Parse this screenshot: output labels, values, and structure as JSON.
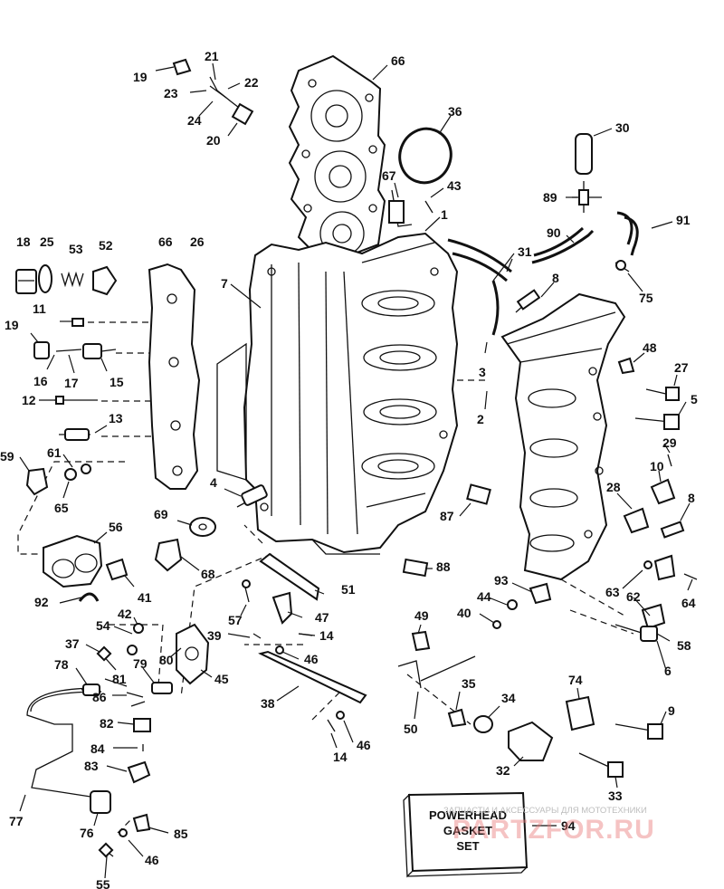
{
  "diagram": {
    "labels": [
      {
        "id": "l19a",
        "text": "19"
      },
      {
        "id": "l21",
        "text": "21"
      },
      {
        "id": "l22",
        "text": "22"
      },
      {
        "id": "l23",
        "text": "23"
      },
      {
        "id": "l24",
        "text": "24"
      },
      {
        "id": "l20",
        "text": "20"
      },
      {
        "id": "l66a",
        "text": "66"
      },
      {
        "id": "l36",
        "text": "36"
      },
      {
        "id": "l30",
        "text": "30"
      },
      {
        "id": "l67",
        "text": "67"
      },
      {
        "id": "l43",
        "text": "43"
      },
      {
        "id": "l89",
        "text": "89"
      },
      {
        "id": "l1",
        "text": "1"
      },
      {
        "id": "l90",
        "text": "90"
      },
      {
        "id": "l91",
        "text": "91"
      },
      {
        "id": "l31",
        "text": "31"
      },
      {
        "id": "l18",
        "text": "18"
      },
      {
        "id": "l25",
        "text": "25"
      },
      {
        "id": "l53",
        "text": "53"
      },
      {
        "id": "l52",
        "text": "52"
      },
      {
        "id": "l66b",
        "text": "66"
      },
      {
        "id": "l26",
        "text": "26"
      },
      {
        "id": "l7",
        "text": "7"
      },
      {
        "id": "l8a",
        "text": "8"
      },
      {
        "id": "l75",
        "text": "75"
      },
      {
        "id": "l11",
        "text": "11"
      },
      {
        "id": "l19b",
        "text": "19"
      },
      {
        "id": "l16",
        "text": "16"
      },
      {
        "id": "l17",
        "text": "17"
      },
      {
        "id": "l15",
        "text": "15"
      },
      {
        "id": "l3",
        "text": "3"
      },
      {
        "id": "l48",
        "text": "48"
      },
      {
        "id": "l27",
        "text": "27"
      },
      {
        "id": "l12",
        "text": "12"
      },
      {
        "id": "l2",
        "text": "2"
      },
      {
        "id": "l5",
        "text": "5"
      },
      {
        "id": "l13",
        "text": "13"
      },
      {
        "id": "l29",
        "text": "29"
      },
      {
        "id": "l59",
        "text": "59"
      },
      {
        "id": "l61",
        "text": "61"
      },
      {
        "id": "l65",
        "text": "65"
      },
      {
        "id": "l10",
        "text": "10"
      },
      {
        "id": "l4",
        "text": "4"
      },
      {
        "id": "l28",
        "text": "28"
      },
      {
        "id": "l8b",
        "text": "8"
      },
      {
        "id": "l69",
        "text": "69"
      },
      {
        "id": "l87",
        "text": "87"
      },
      {
        "id": "l56",
        "text": "56"
      },
      {
        "id": "l68",
        "text": "68"
      },
      {
        "id": "l88",
        "text": "88"
      },
      {
        "id": "l93",
        "text": "93"
      },
      {
        "id": "l63",
        "text": "63"
      },
      {
        "id": "l41",
        "text": "41"
      },
      {
        "id": "l51",
        "text": "51"
      },
      {
        "id": "l44",
        "text": "44"
      },
      {
        "id": "l62",
        "text": "62"
      },
      {
        "id": "l64",
        "text": "64"
      },
      {
        "id": "l92",
        "text": "92"
      },
      {
        "id": "l42",
        "text": "42"
      },
      {
        "id": "l57",
        "text": "57"
      },
      {
        "id": "l47",
        "text": "47"
      },
      {
        "id": "l49",
        "text": "49"
      },
      {
        "id": "l40",
        "text": "40"
      },
      {
        "id": "l54",
        "text": "54"
      },
      {
        "id": "l39",
        "text": "39"
      },
      {
        "id": "l14a",
        "text": "14"
      },
      {
        "id": "l58",
        "text": "58"
      },
      {
        "id": "l37",
        "text": "37"
      },
      {
        "id": "l80",
        "text": "80"
      },
      {
        "id": "l46a",
        "text": "46"
      },
      {
        "id": "l6",
        "text": "6"
      },
      {
        "id": "l78",
        "text": "78"
      },
      {
        "id": "l79",
        "text": "79"
      },
      {
        "id": "l45",
        "text": "45"
      },
      {
        "id": "l74",
        "text": "74"
      },
      {
        "id": "l81",
        "text": "81"
      },
      {
        "id": "l86",
        "text": "86"
      },
      {
        "id": "l35",
        "text": "35"
      },
      {
        "id": "l38",
        "text": "38"
      },
      {
        "id": "l34",
        "text": "34"
      },
      {
        "id": "l9",
        "text": "9"
      },
      {
        "id": "l50",
        "text": "50"
      },
      {
        "id": "l82",
        "text": "82"
      },
      {
        "id": "l46b",
        "text": "46"
      },
      {
        "id": "l14b",
        "text": "14"
      },
      {
        "id": "l84",
        "text": "84"
      },
      {
        "id": "l32",
        "text": "32"
      },
      {
        "id": "l83",
        "text": "83"
      },
      {
        "id": "l33",
        "text": "33"
      },
      {
        "id": "l77",
        "text": "77"
      },
      {
        "id": "l76",
        "text": "76"
      },
      {
        "id": "l85",
        "text": "85"
      },
      {
        "id": "l94",
        "text": "94"
      },
      {
        "id": "l46c",
        "text": "46"
      },
      {
        "id": "l55",
        "text": "55"
      }
    ]
  },
  "gasket_kit": {
    "line1": "POWERHEAD",
    "line2": "GASKET",
    "line3": "SET"
  },
  "watermark": {
    "top_text": "ЗАПЧАСТИ И АКСЕССУАРЫ ДЛЯ МОТОТЕХНИКИ",
    "logo_text": "PARTZFOR.RU"
  },
  "colors": {
    "ink": "#111111",
    "background": "#ffffff",
    "watermark_red": "#e87b7b",
    "watermark_gray": "#bdbdbd"
  }
}
